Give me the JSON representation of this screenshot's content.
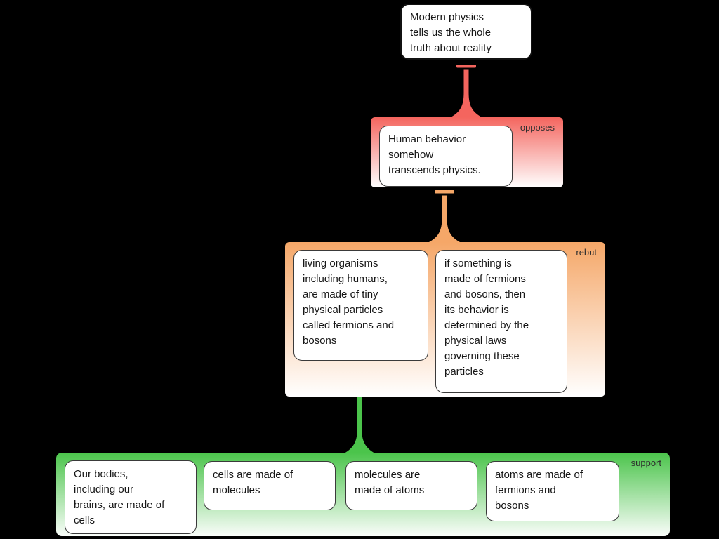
{
  "colors": {
    "opposes": "#f4655e",
    "rebut": "#f5a768",
    "support": "#4bc44b",
    "node_background": "#ffffff",
    "background": "#000000"
  },
  "root": {
    "text": "Modern physics\ntells us the whole\ntruth about reality"
  },
  "groups": [
    {
      "label": "opposes",
      "nodes": [
        {
          "text": "Human behavior\nsomehow\ntranscends physics."
        }
      ]
    },
    {
      "label": "rebut",
      "nodes": [
        {
          "text": "living organisms\nincluding humans,\nare made of tiny\nphysical particles\ncalled fermions and\nbosons"
        },
        {
          "text": "if something is\nmade of fermions\nand bosons, then\nits behavior is\ndetermined by the\nphysical laws\ngoverning these\nparticles"
        }
      ]
    },
    {
      "label": "support",
      "nodes": [
        {
          "text": "Our bodies,\nincluding our\nbrains, are made of\ncells"
        },
        {
          "text": "cells are made of\nmolecules"
        },
        {
          "text": "molecules are\nmade of atoms"
        },
        {
          "text": "atoms are made of\nfermions and\nbosons"
        }
      ]
    }
  ]
}
